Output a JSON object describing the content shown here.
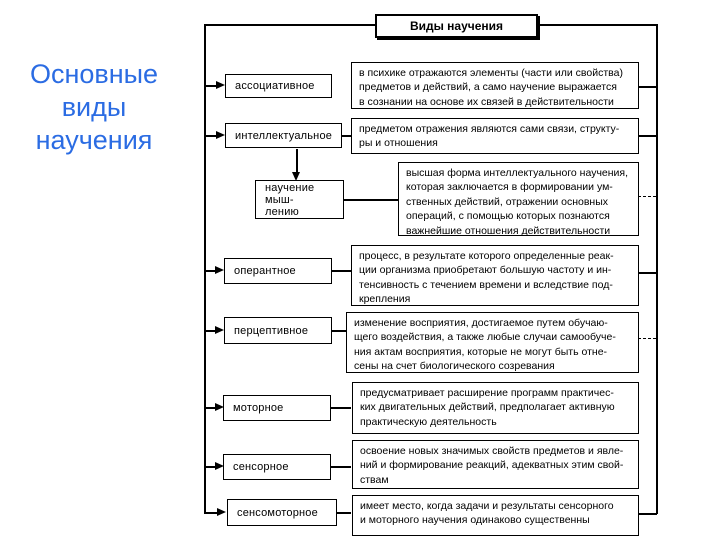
{
  "slide_title": {
    "text": "Основные\nвиды\nнаучения",
    "color": "#2b6ce3"
  },
  "diagram": {
    "root_label": "Виды научения",
    "nodes": [
      {
        "id": "associative",
        "label": "ассоциативное",
        "desc": "в психике отражаются элементы (части или свойства)\nпредметов и действий, а само научение выражается\nв сознании на основе их связей в действительности"
      },
      {
        "id": "intellectual",
        "label": "интеллектуальное",
        "desc": "предметом отражения являются сами связи, структу-\nры и отношения"
      },
      {
        "id": "thinking",
        "label": "научение мыш-\nлению",
        "desc": "высшая форма интеллектуального научения,\nкоторая заключается в формировании ум-\nственных действий, отражении основных\nопераций, с помощью которых познаются\nважнейшие отношения действительности"
      },
      {
        "id": "operant",
        "label": "оперантное",
        "desc": "процесс, в результате которого определенные реак-\nции организма приобретают большую частоту и ин-\nтенсивность с течением времени и вследствие под-\nкрепления"
      },
      {
        "id": "perceptual",
        "label": "перцептивное",
        "desc": "изменение восприятия, достигаемое путем обучаю-\nщего воздействия, а также любые случаи самообуче-\nния актам восприятия, которые не могут быть отне-\nсены на счет биологического созревания"
      },
      {
        "id": "motor",
        "label": "моторное",
        "desc": "предусматривает расширение программ практичес-\nких двигательных действий, предполагает активную\nпрактическую деятельность"
      },
      {
        "id": "sensory",
        "label": "сенсорное",
        "desc": "освоение новых значимых свойств предметов и явле-\nний и формирование реакций, адекватных этим свой-\nствам"
      },
      {
        "id": "sensorimotor",
        "label": "сенсомоторное",
        "desc": "имеет место, когда задачи и результаты сенсорного\nи моторного научения одинаково существенны"
      }
    ],
    "line_color": "#000000"
  }
}
